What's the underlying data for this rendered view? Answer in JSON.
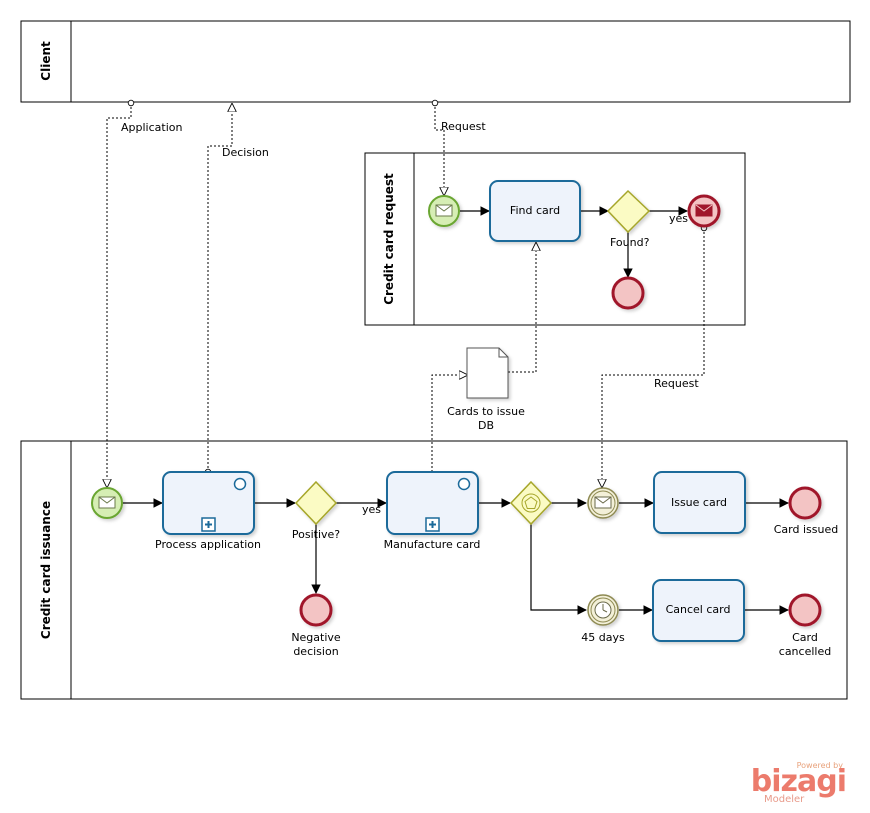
{
  "pools": {
    "client": "Client",
    "request": "Credit card request",
    "issuance": "Credit card issuance"
  },
  "tasks": {
    "find_card": "Find card",
    "process_application": "Process application",
    "manufacture_card": "Manufacture card",
    "issue_card": "Issue card",
    "cancel_card": "Cancel card"
  },
  "gateways": {
    "found": "Found?",
    "positive": "Positive?"
  },
  "events": {
    "negative_decision": [
      "Negative",
      "decision"
    ],
    "card_issued": "Card issued",
    "card_cancelled": [
      "Card",
      "cancelled"
    ],
    "timer": "45 days"
  },
  "flows": {
    "application": "Application",
    "decision": "Decision",
    "request_top": "Request",
    "request_mid": "Request",
    "yes_found": "yes",
    "yes_positive": "yes"
  },
  "artifact": {
    "db": [
      "Cards to issue",
      "DB"
    ]
  },
  "watermark": {
    "powered": "Powered by",
    "brand": "bizagi",
    "product": "Modeler"
  },
  "colors": {
    "task_fill": "#eef3fb",
    "task_stroke": "#1b6a9a",
    "start_fill": "#d6eeb4",
    "start_stroke": "#6aa632",
    "end_fill": "#f3c4c4",
    "end_stroke": "#a0162b",
    "gateway_fill": "#fbfbc4",
    "gateway_stroke": "#a6a62a",
    "intermediate_fill": "#f3f0d8",
    "intermediate_stroke": "#8e8a52"
  }
}
